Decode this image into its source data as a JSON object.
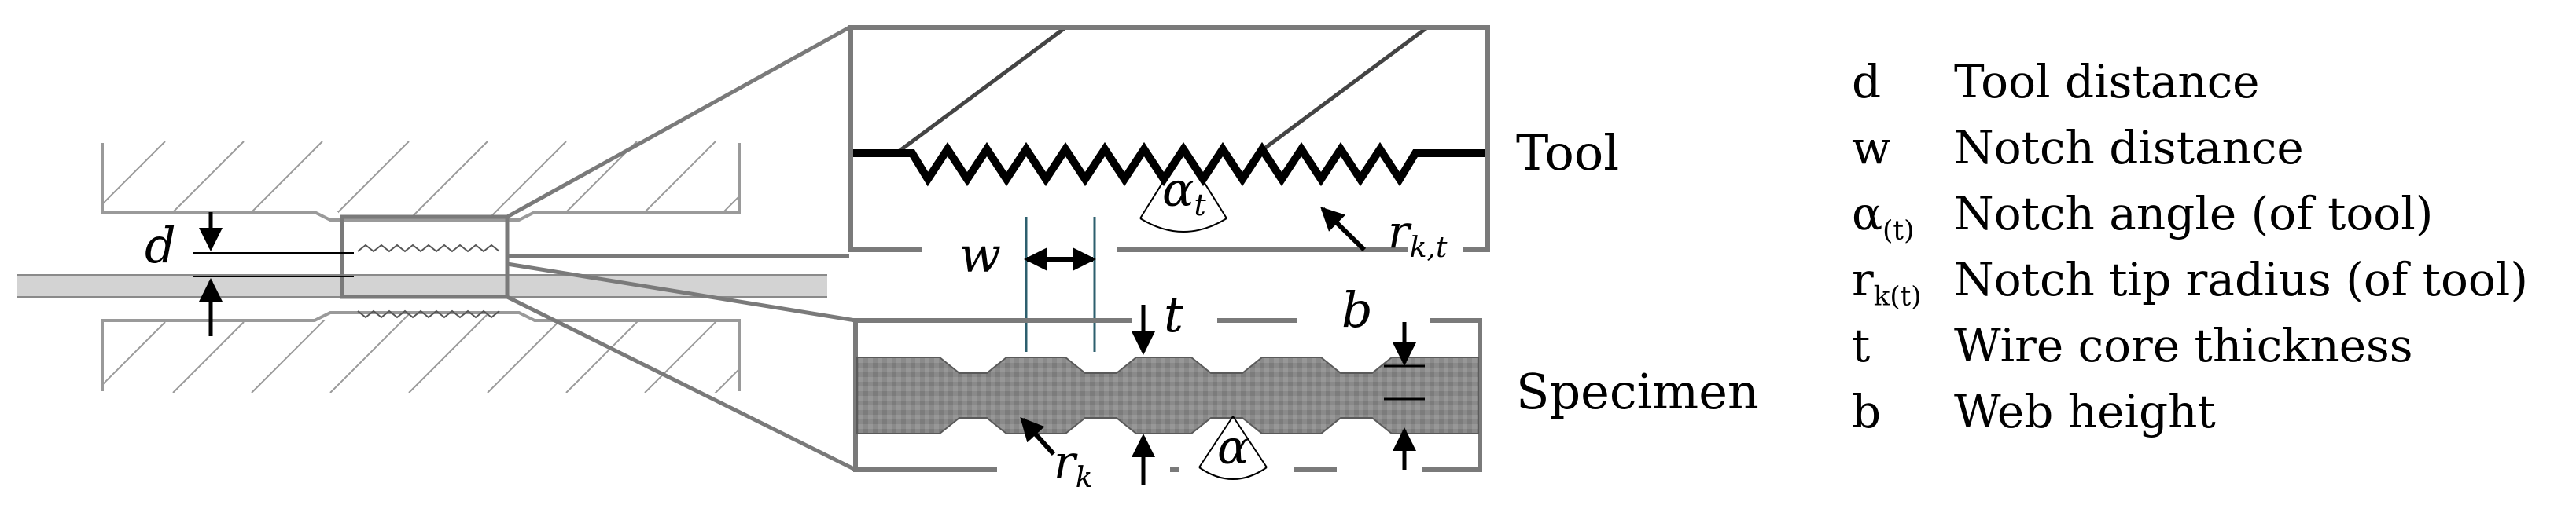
{
  "labels": {
    "tool": "Tool",
    "specimen": "Specimen",
    "d": "d",
    "w": "w",
    "t": "t",
    "b": "b",
    "alpha_t_main": "α",
    "alpha_t_sub": "t",
    "r_kt_main": "r",
    "r_kt_sub": "k,t",
    "alpha": "α",
    "r_k_main": "r",
    "r_k_sub": "k"
  },
  "legend": [
    {
      "sym_main": "d",
      "sym_sub": "",
      "desc": "Tool distance"
    },
    {
      "sym_main": "w",
      "sym_sub": "",
      "desc": "Notch distance"
    },
    {
      "sym_main": "α",
      "sym_sub": "(t)",
      "desc": "Notch angle (of tool)"
    },
    {
      "sym_main": "r",
      "sym_sub": "k(t)",
      "desc": "Notch tip radius (of tool)"
    },
    {
      "sym_main": "t",
      "sym_sub": "",
      "desc": "Wire core thickness"
    },
    {
      "sym_main": "b",
      "sym_sub": "",
      "desc": "Web height"
    }
  ]
}
